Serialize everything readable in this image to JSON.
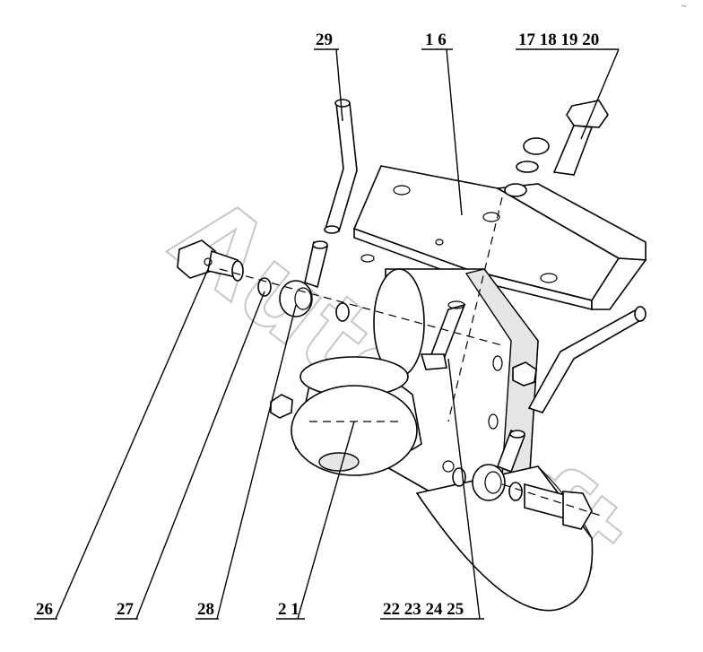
{
  "diagram": {
    "watermark": "AutoSoft",
    "callouts": {
      "c29": "29",
      "c16": "1 6",
      "c17_20": "17 18 19 20",
      "c26": "26",
      "c27": "27",
      "c28": "28",
      "c21": "2 1",
      "c22_25": "22 23 24 25"
    },
    "corner_mark": "~"
  }
}
